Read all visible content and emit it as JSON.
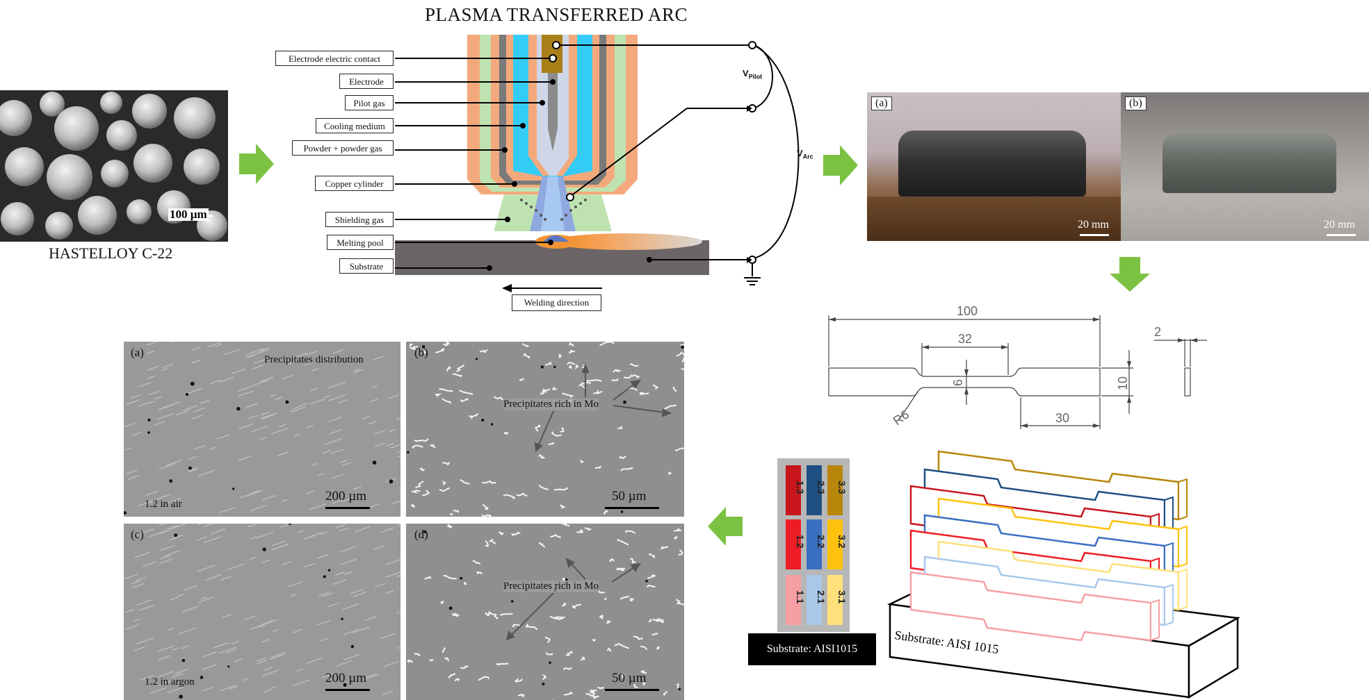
{
  "title": "PLASMA TRANSFERRED ARC",
  "powder": {
    "caption": "HASTELLOY C-22",
    "scale": "100 µm"
  },
  "pta_labels": [
    "Electrode electric contact",
    "Electrode",
    "Pilot gas",
    "Cooling medium",
    "Powder + powder gas",
    "Copper cylinder",
    "Shielding gas",
    "Melting pool",
    "Substrate"
  ],
  "welding_direction": "Welding direction",
  "voltages": {
    "pilot_main": "V",
    "pilot_sub": "Pilot",
    "arc_main": "V",
    "arc_sub": "Arc"
  },
  "photos": [
    {
      "tag": "(a)",
      "scale": "20 mm"
    },
    {
      "tag": "(b)",
      "scale": "20 mm"
    }
  ],
  "specimen_dims": {
    "total": "100",
    "gauge": "32",
    "width_gauge": "6",
    "width_grip": "10",
    "grip": "30",
    "radius": "R6",
    "thickness": "2"
  },
  "samples": {
    "columns": [
      {
        "labels": [
          "1.3",
          "1.2",
          "1.1"
        ],
        "colors": [
          "#c8161d",
          "#ee1c24",
          "#f6a0a4"
        ]
      },
      {
        "labels": [
          "2.3",
          "2.2",
          "2.1"
        ],
        "colors": [
          "#1f4f82",
          "#3a6fc2",
          "#a8c8ea"
        ]
      },
      {
        "labels": [
          "3.3",
          "3.2",
          "3.1"
        ],
        "colors": [
          "#b8860b",
          "#ffc20e",
          "#ffe07a"
        ]
      }
    ],
    "substrate": "Substrate: AISI1015"
  },
  "stack_substrate": "Substrate: AISI 1015",
  "micrographs": [
    {
      "tag": "(a)",
      "scale": "200 µm",
      "note": "1.2 in air",
      "annotation": "Precipitates distribution"
    },
    {
      "tag": "(b)",
      "scale": "50 µm",
      "note": "",
      "annotation": "Precipitates rich in Mo"
    },
    {
      "tag": "(c)",
      "scale": "200 µm",
      "note": "1.2 in argon",
      "annotation": ""
    },
    {
      "tag": "(d)",
      "scale": "50 µm",
      "note": "",
      "annotation": "Precipitates rich in Mo"
    }
  ],
  "colors": {
    "arrow_green": "#7cc242",
    "torch_orange": "#f4a97c",
    "torch_cyan": "#33ccf5",
    "torch_green": "#bfe3b0",
    "substrate_gray": "#6b6567"
  }
}
